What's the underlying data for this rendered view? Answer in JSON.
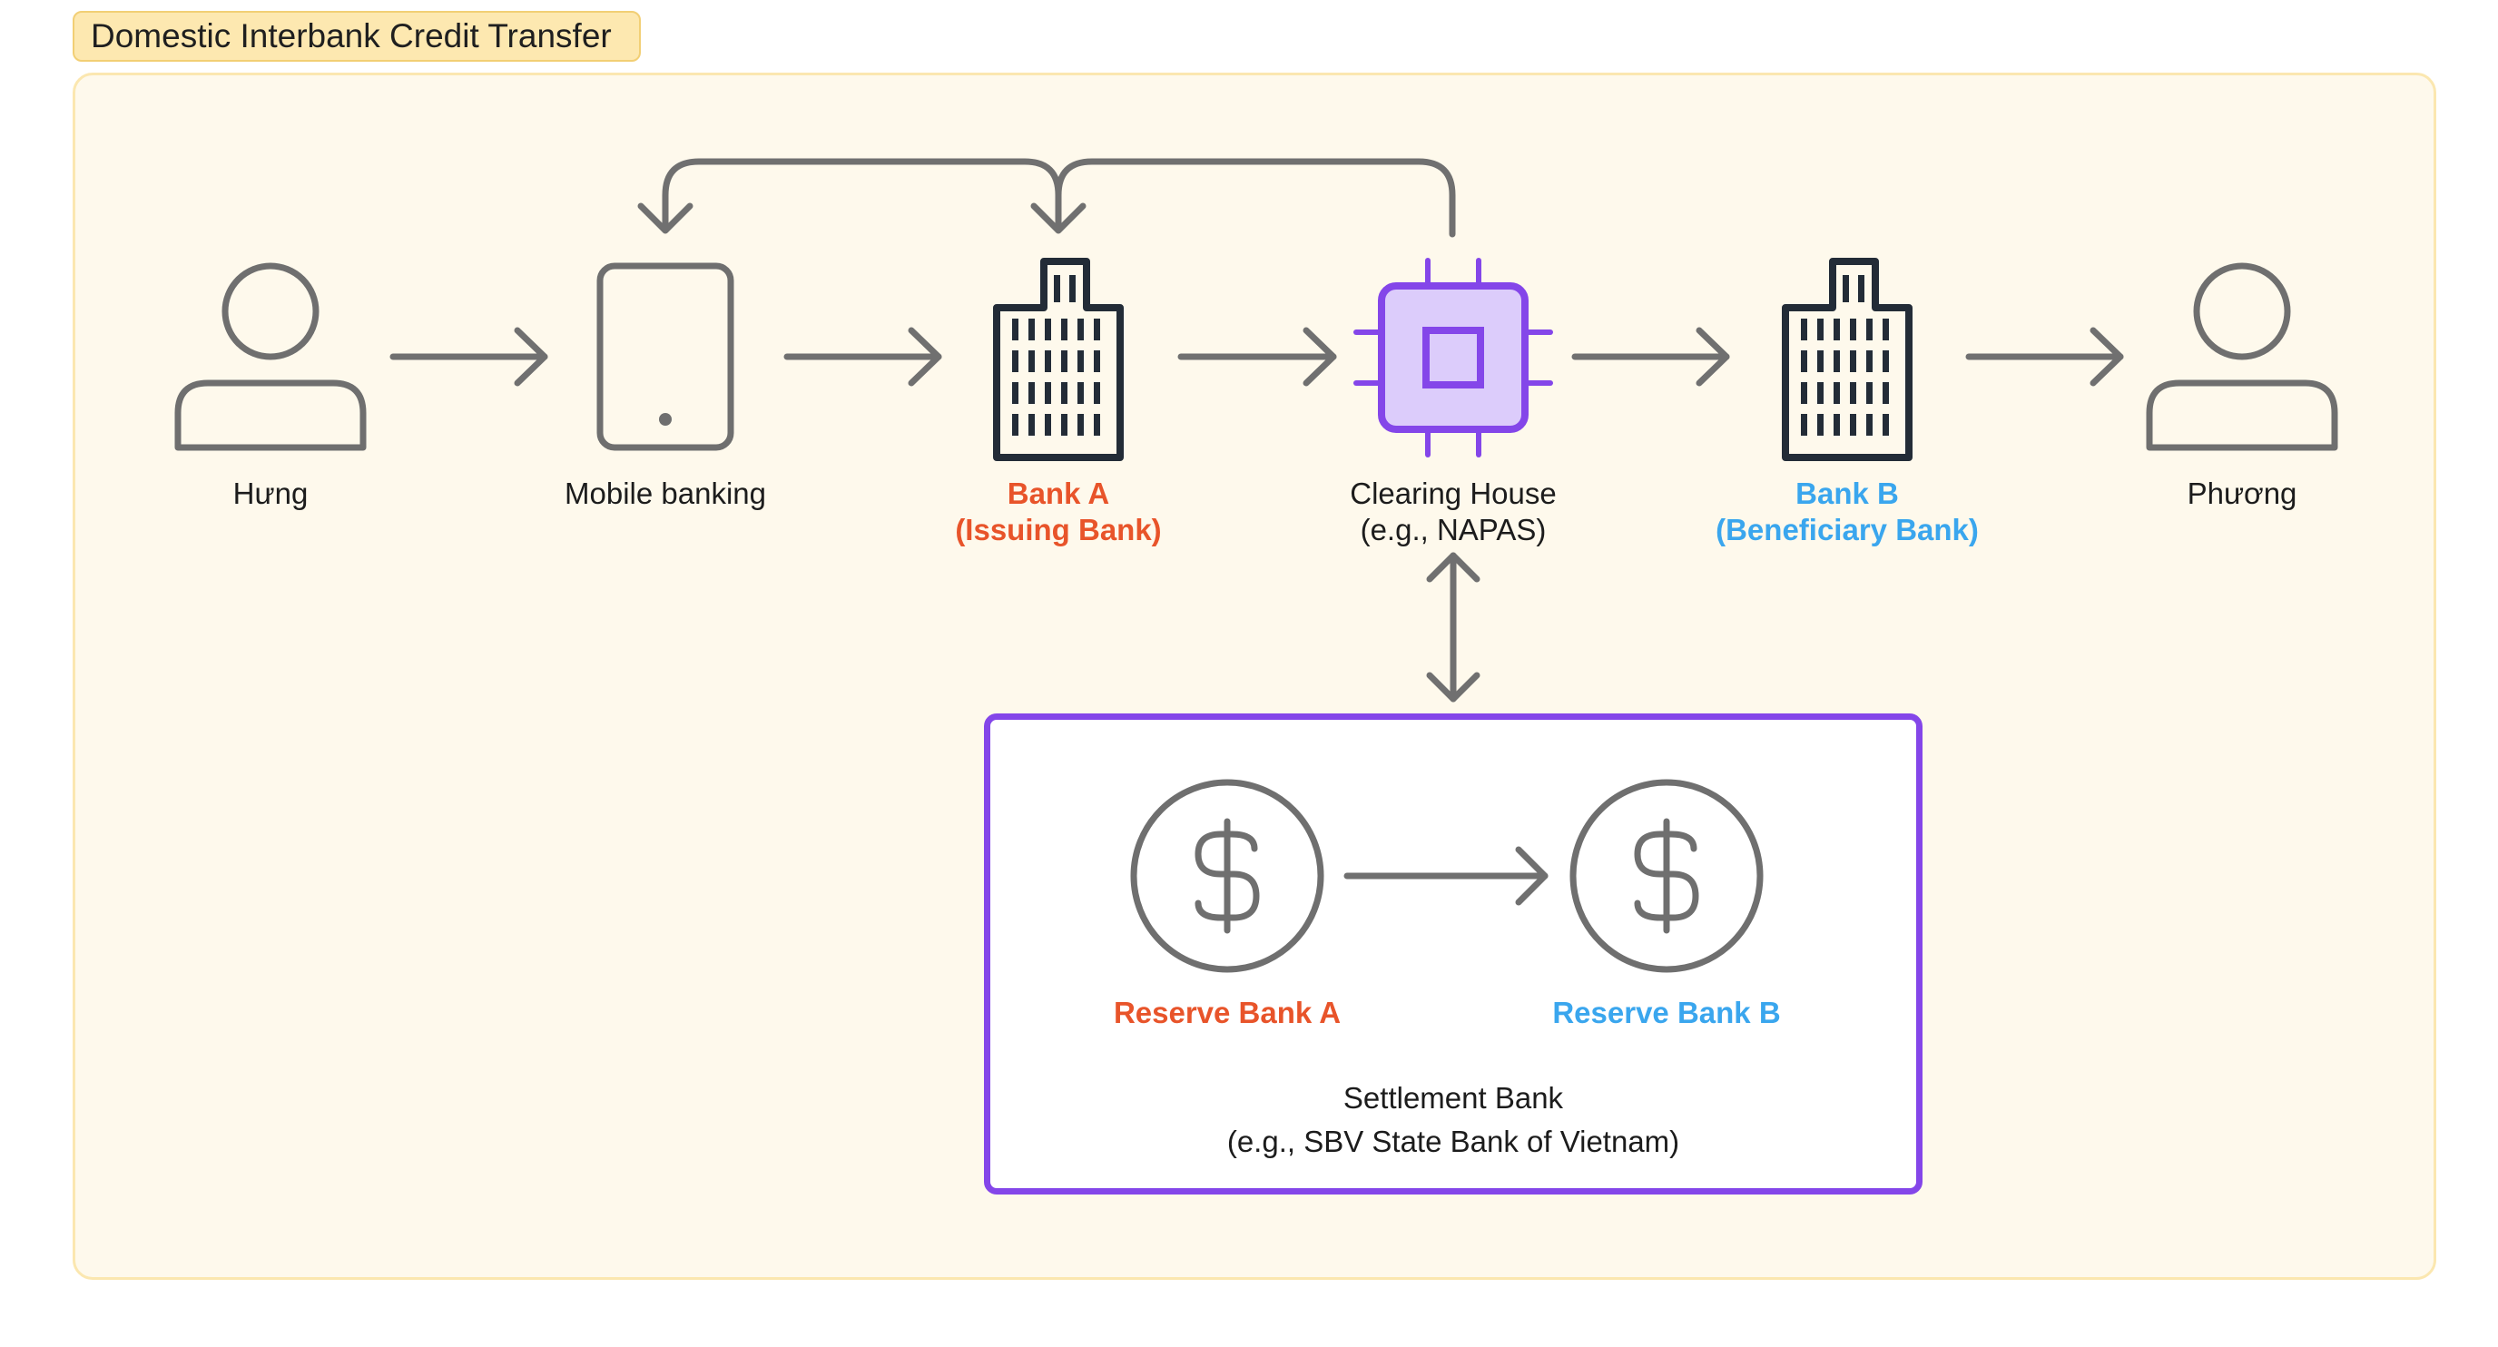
{
  "title": "Domestic Interbank Credit Transfer",
  "nodes": {
    "sender": {
      "label": "Hưng",
      "icon": "person-icon"
    },
    "mobile": {
      "label": "Mobile banking",
      "icon": "mobile-phone-icon"
    },
    "bank_a": {
      "line1": "Bank A",
      "line2": "(Issuing Bank)",
      "icon": "office-building-icon",
      "color": "#e8542a"
    },
    "clearing": {
      "line1": "Clearing House",
      "line2": "(e.g., NAPAS)",
      "icon": "cpu-chip-icon",
      "color": "#8446e9"
    },
    "bank_b": {
      "line1": "Bank B",
      "line2": "(Beneficiary Bank)",
      "icon": "office-building-icon",
      "color": "#3aa6ee"
    },
    "recipient": {
      "label": "Phương",
      "icon": "person-icon"
    }
  },
  "settlement": {
    "reserve_a": {
      "label": "Reserve Bank A",
      "icon": "dollar-coin-icon",
      "color": "#e8542a"
    },
    "reserve_b": {
      "label": "Reserve Bank B",
      "icon": "dollar-coin-icon",
      "color": "#3aa6ee"
    },
    "line1": "Settlement Bank",
    "line2": "(e.g., SBV State Bank of Vietnam)",
    "border_color": "#8446e9"
  },
  "colors": {
    "panel_bg": "#fef9ec",
    "title_bg": "#fde8b0",
    "arrow": "#707070",
    "icon_dark": "#232c37",
    "icon_gray": "#6f6f6f"
  }
}
